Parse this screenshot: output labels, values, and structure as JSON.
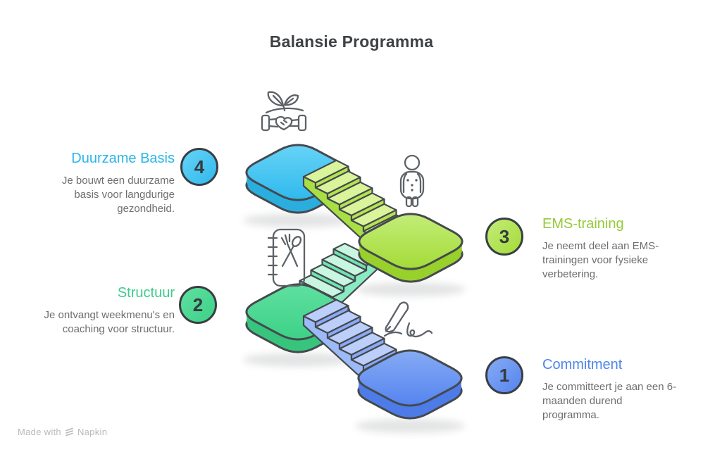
{
  "title": "Balansie Programma",
  "steps": [
    {
      "number": "1",
      "heading": "Commitment",
      "body": "Je committeert je aan een 6-maanden durend programma.",
      "accent": "#4d86e8",
      "icon": "signature-pen-icon"
    },
    {
      "number": "2",
      "heading": "Structuur",
      "body": "Je ontvangt weekmenu's en coaching voor structuur.",
      "accent": "#3ecb8c",
      "icon": "meal-plan-notebook-icon"
    },
    {
      "number": "3",
      "heading": "EMS-training",
      "body": "Je neemt deel aan EMS-trainingen voor fysieke verbetering.",
      "accent": "#95c93a",
      "icon": "ems-person-icon"
    },
    {
      "number": "4",
      "heading": "Duurzame Basis",
      "body": "Je bouwt een duurzame basis voor langdurige gezondheid.",
      "accent": "#29b6e8",
      "icon": "sustainable-growth-icon"
    }
  ],
  "watermark": {
    "prefix": "Made with",
    "brand": "Napkin",
    "logo": "napkin-logo-icon"
  },
  "palette": {
    "outline": "#45494e",
    "platforms": {
      "step4": {
        "top_light": "#67d3f6",
        "top": "#2fb9ed",
        "side": "#2aaede"
      },
      "step3": {
        "top_light": "#c3ed79",
        "top": "#a4db37",
        "side": "#98d02c"
      },
      "step2": {
        "top_light": "#5fe0a0",
        "top": "#3dd187",
        "side": "#37c57d"
      },
      "step1": {
        "top_light": "#86abf4",
        "top": "#5584ef",
        "side": "#4d7ce9"
      }
    },
    "stairs": {
      "lime": {
        "tread": "#daf49c",
        "riser": "#b5e451",
        "side": "#a8df43"
      },
      "mint": {
        "tread": "#c9f6e1",
        "riser": "#70e3b2",
        "side": "#8aeac2"
      },
      "blue": {
        "tread": "#bccefa",
        "riser": "#89abf6",
        "side": "#9cbaf8"
      }
    }
  }
}
